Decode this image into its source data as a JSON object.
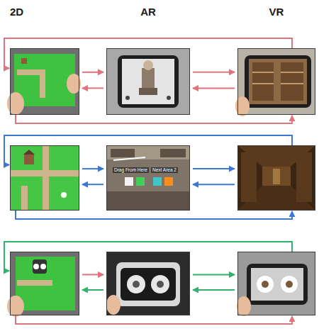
{
  "diagram": {
    "nodes": [
      {
        "text": []
      },
      {
        "text": []
      },
      {
        "text": []
      },
      {
        "text": []
      },
      {
        "text": [
          "Drag From Here",
          "Next Area 2"
        ]
      },
      {
        "text": []
      },
      {
        "text": []
      },
      {
        "text": []
      },
      {
        "text": []
      }
    ],
    "edges": [
      {
        "from": 0,
        "to": 1,
        "arrow": "to"
      },
      {
        "from": 1,
        "to": 0,
        "arrow": "to"
      },
      {
        "from": 1,
        "to": 2,
        "arrow": "to"
      },
      {
        "from": 2,
        "to": 1,
        "arrow": "to"
      },
      {
        "from": 2,
        "to": 0,
        "arrow": "to"
      },
      {
        "from": 0,
        "to": 2,
        "arrow": "to"
      },
      {
        "from": 3,
        "to": 4,
        "arrow": "to"
      },
      {
        "from": 4,
        "to": 3,
        "arrow": "to"
      },
      {
        "from": 4,
        "to": 5,
        "arrow": "to"
      },
      {
        "from": 5,
        "to": 4,
        "arrow": "to"
      },
      {
        "from": 5,
        "to": 3,
        "arrow": "to"
      },
      {
        "from": 3,
        "to": 5,
        "arrow": "to"
      },
      {
        "from": 6,
        "to": 7,
        "arrow": "to"
      },
      {
        "from": 7,
        "to": 6,
        "arrow": "to"
      },
      {
        "from": 7,
        "to": 8,
        "arrow": "to"
      },
      {
        "from": 8,
        "to": 7,
        "arrow": "to"
      },
      {
        "from": 8,
        "to": 6,
        "arrow": "to"
      },
      {
        "from": 6,
        "to": 8,
        "arrow": "to"
      }
    ],
    "labels": [
      "2D",
      "AR",
      "VR"
    ]
  }
}
